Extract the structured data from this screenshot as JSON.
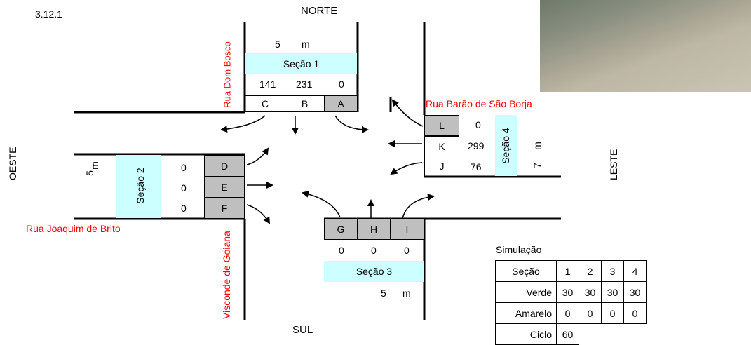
{
  "label_number": "3.12.1",
  "directions": {
    "north": "NORTE",
    "south": "SUL",
    "west": "OESTE",
    "east": "LESTE"
  },
  "streets": {
    "dom_bosco": "Rua Dom Bosco",
    "barao": "Rua Barão de São Borja",
    "joaquim": "Rua Joaquim de Brito",
    "visconde": "Visconde de Goiana"
  },
  "sections": {
    "s1": {
      "title": "Seção 1",
      "width_value": "5",
      "width_unit": "m",
      "lanes": [
        {
          "id": "C",
          "count": "141"
        },
        {
          "id": "B",
          "count": "231"
        },
        {
          "id": "A",
          "count": "0"
        }
      ]
    },
    "s2": {
      "title": "Seção 2",
      "width_value": "5",
      "width_unit": "m",
      "lanes": [
        {
          "id": "D",
          "count": "0"
        },
        {
          "id": "E",
          "count": "0"
        },
        {
          "id": "F",
          "count": "0"
        }
      ]
    },
    "s3": {
      "title": "Seção 3",
      "width_value": "5",
      "width_unit": "m",
      "lanes": [
        {
          "id": "G",
          "count": "0"
        },
        {
          "id": "H",
          "count": "0"
        },
        {
          "id": "I",
          "count": "0"
        }
      ]
    },
    "s4": {
      "title": "Seção 4",
      "width_value": "7",
      "width_unit": "m",
      "lanes": [
        {
          "id": "L",
          "count": "0"
        },
        {
          "id": "K",
          "count": "299"
        },
        {
          "id": "J",
          "count": "76"
        }
      ]
    }
  },
  "simulation": {
    "title": "Simulação",
    "header": [
      "Seção",
      "1",
      "2",
      "3",
      "4"
    ],
    "rows": [
      [
        "Verde",
        "30",
        "30",
        "30",
        "30"
      ],
      [
        "Amarelo",
        "0",
        "0",
        "0",
        "0"
      ],
      [
        "Ciclo",
        "60"
      ]
    ]
  },
  "colors": {
    "lane_grey": "#bfbfbf",
    "section_band": "#ccffff",
    "street_label": "#ff0000"
  }
}
